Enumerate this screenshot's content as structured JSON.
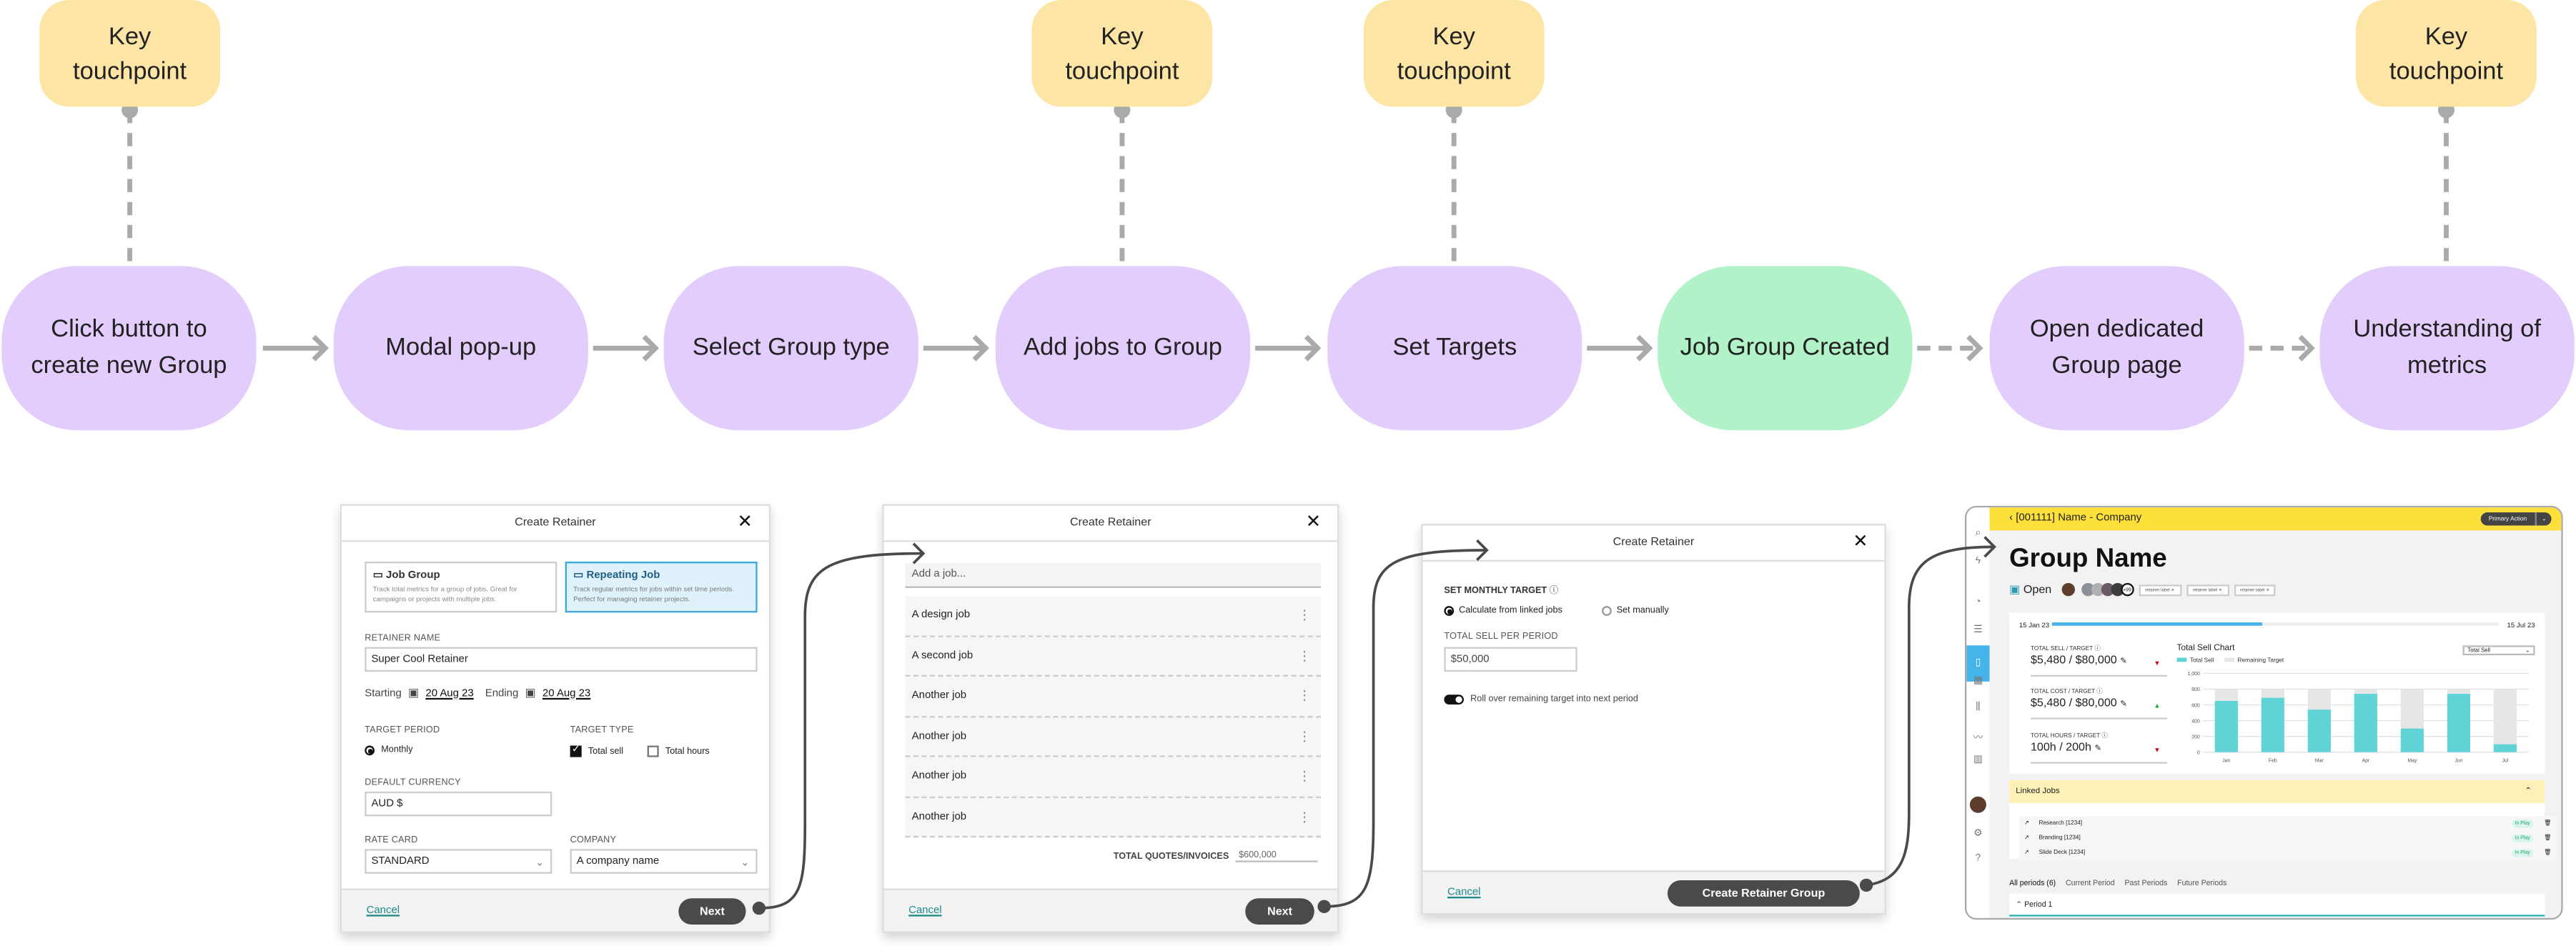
{
  "flow": {
    "steps": [
      {
        "label": "Click button to create new Group"
      },
      {
        "label": "Modal pop-up"
      },
      {
        "label": "Select Group type"
      },
      {
        "label": "Add jobs to Group"
      },
      {
        "label": "Set Targets"
      },
      {
        "label": "Job Group Created"
      },
      {
        "label": "Open dedicated Group page"
      },
      {
        "label": "Understanding of metrics"
      }
    ],
    "touchpoints": [
      {
        "label": "Key touchpoint"
      },
      {
        "label": "Key touchpoint"
      },
      {
        "label": "Key touchpoint"
      },
      {
        "label": "Key touchpoint"
      }
    ],
    "colors": {
      "step": "#e3cdfd",
      "created": "#b1f2c9",
      "touchpoint": "#fde6a5",
      "connector": "#aaaaaa"
    }
  },
  "modal1": {
    "title": "Create Retainer",
    "types": [
      {
        "title": "Job Group",
        "desc": "Track total metrics for a group of jobs. Great for campaigns or projects with multiple jobs.",
        "selected": false
      },
      {
        "title": "Repeating Job",
        "desc": "Track regular metrics for jobs within set time periods. Perfect for managing retainer projects.",
        "selected": true
      }
    ],
    "retainer_name_label": "RETAINER NAME",
    "retainer_name": "Super Cool Retainer",
    "starting_label": "Starting",
    "starting_date": "20 Aug 23",
    "ending_label": "Ending",
    "ending_date": "20 Aug 23",
    "target_period_label": "TARGET PERIOD",
    "target_period": "Monthly",
    "target_type_label": "TARGET TYPE",
    "total_sell": "Total sell",
    "total_sell_checked": true,
    "total_hours": "Total hours",
    "total_hours_checked": false,
    "currency_label": "DEFAULT CURRENCY",
    "currency": "AUD $",
    "rate_card_label": "RATE CARD",
    "rate_card": "STANDARD",
    "company_label": "COMPANY",
    "company": "A company name",
    "cancel": "Cancel",
    "next": "Next"
  },
  "modal2": {
    "title": "Create Retainer",
    "add_placeholder": "Add a job...",
    "jobs": [
      "A design job",
      "A second job",
      "Another job",
      "Another job",
      "Another job",
      "Another job"
    ],
    "total_label": "TOTAL QUOTES/INVOICES",
    "total_value": "$600,000",
    "cancel": "Cancel",
    "next": "Next"
  },
  "modal3": {
    "title": "Create Retainer",
    "section_label": "SET MONTHLY TARGET",
    "option_calc": "Calculate from linked jobs",
    "option_manual": "Set manually",
    "selected": "Calculate from linked jobs",
    "sell_label": "TOTAL SELL PER PERIOD",
    "sell_value": "$50,000",
    "rollover": "Roll over remaining target into next period",
    "rollover_on": true,
    "cancel": "Cancel",
    "create": "Create Retainer Group"
  },
  "group_page": {
    "breadcrumb": "[001111] Name - Company",
    "primary_action": "Primary Action",
    "title": "Group Name",
    "status": "Open",
    "more_members": "+99",
    "tags": [
      "retainer label",
      "retainer label",
      "retainer label"
    ],
    "start_date": "15 Jan 23",
    "end_date": "15 Jul 23",
    "progress": 0.47,
    "metrics": [
      {
        "label": "TOTAL SELL / TARGET",
        "value": "$5,480 / $80,000",
        "trend": "down"
      },
      {
        "label": "TOTAL COST / TARGET",
        "value": "$5,480 / $80,000",
        "trend": "up"
      },
      {
        "label": "TOTAL HOURS / TARGET",
        "value": "100h / 200h",
        "trend": "down"
      }
    ],
    "chart_select": "Total Sell",
    "linked_jobs_title": "Linked Jobs",
    "linked_jobs": [
      {
        "name": "Research [1234]",
        "status": "In Play"
      },
      {
        "name": "Branding [1234]",
        "status": "In Play"
      },
      {
        "name": "Slide Deck [1234]",
        "status": "In Play"
      }
    ],
    "tabs": [
      "All periods (6)",
      "Current Period",
      "Past Periods",
      "Future Periods"
    ],
    "period_row": "Period 1",
    "colors": {
      "header": "#fde03a",
      "accent": "#44b4ea",
      "bar": "#5fd3d6",
      "remaining": "#e6e6e6"
    }
  },
  "chart_data": {
    "type": "bar",
    "title": "Total Sell Chart",
    "categories": [
      "Jan",
      "Feb",
      "Mar",
      "Apr",
      "May",
      "Jun",
      "Jul"
    ],
    "series": [
      {
        "name": "Total Sell",
        "values": [
          650,
          690,
          540,
          740,
          300,
          740,
          100
        ]
      },
      {
        "name": "Remaining Target",
        "values": [
          150,
          110,
          260,
          60,
          500,
          60,
          700
        ]
      }
    ],
    "stacked": true,
    "ylim": [
      0,
      1000
    ],
    "yticks": [
      "0",
      "200",
      "400",
      "600",
      "800",
      "1,000"
    ],
    "grid": true,
    "legend": "top-left"
  }
}
